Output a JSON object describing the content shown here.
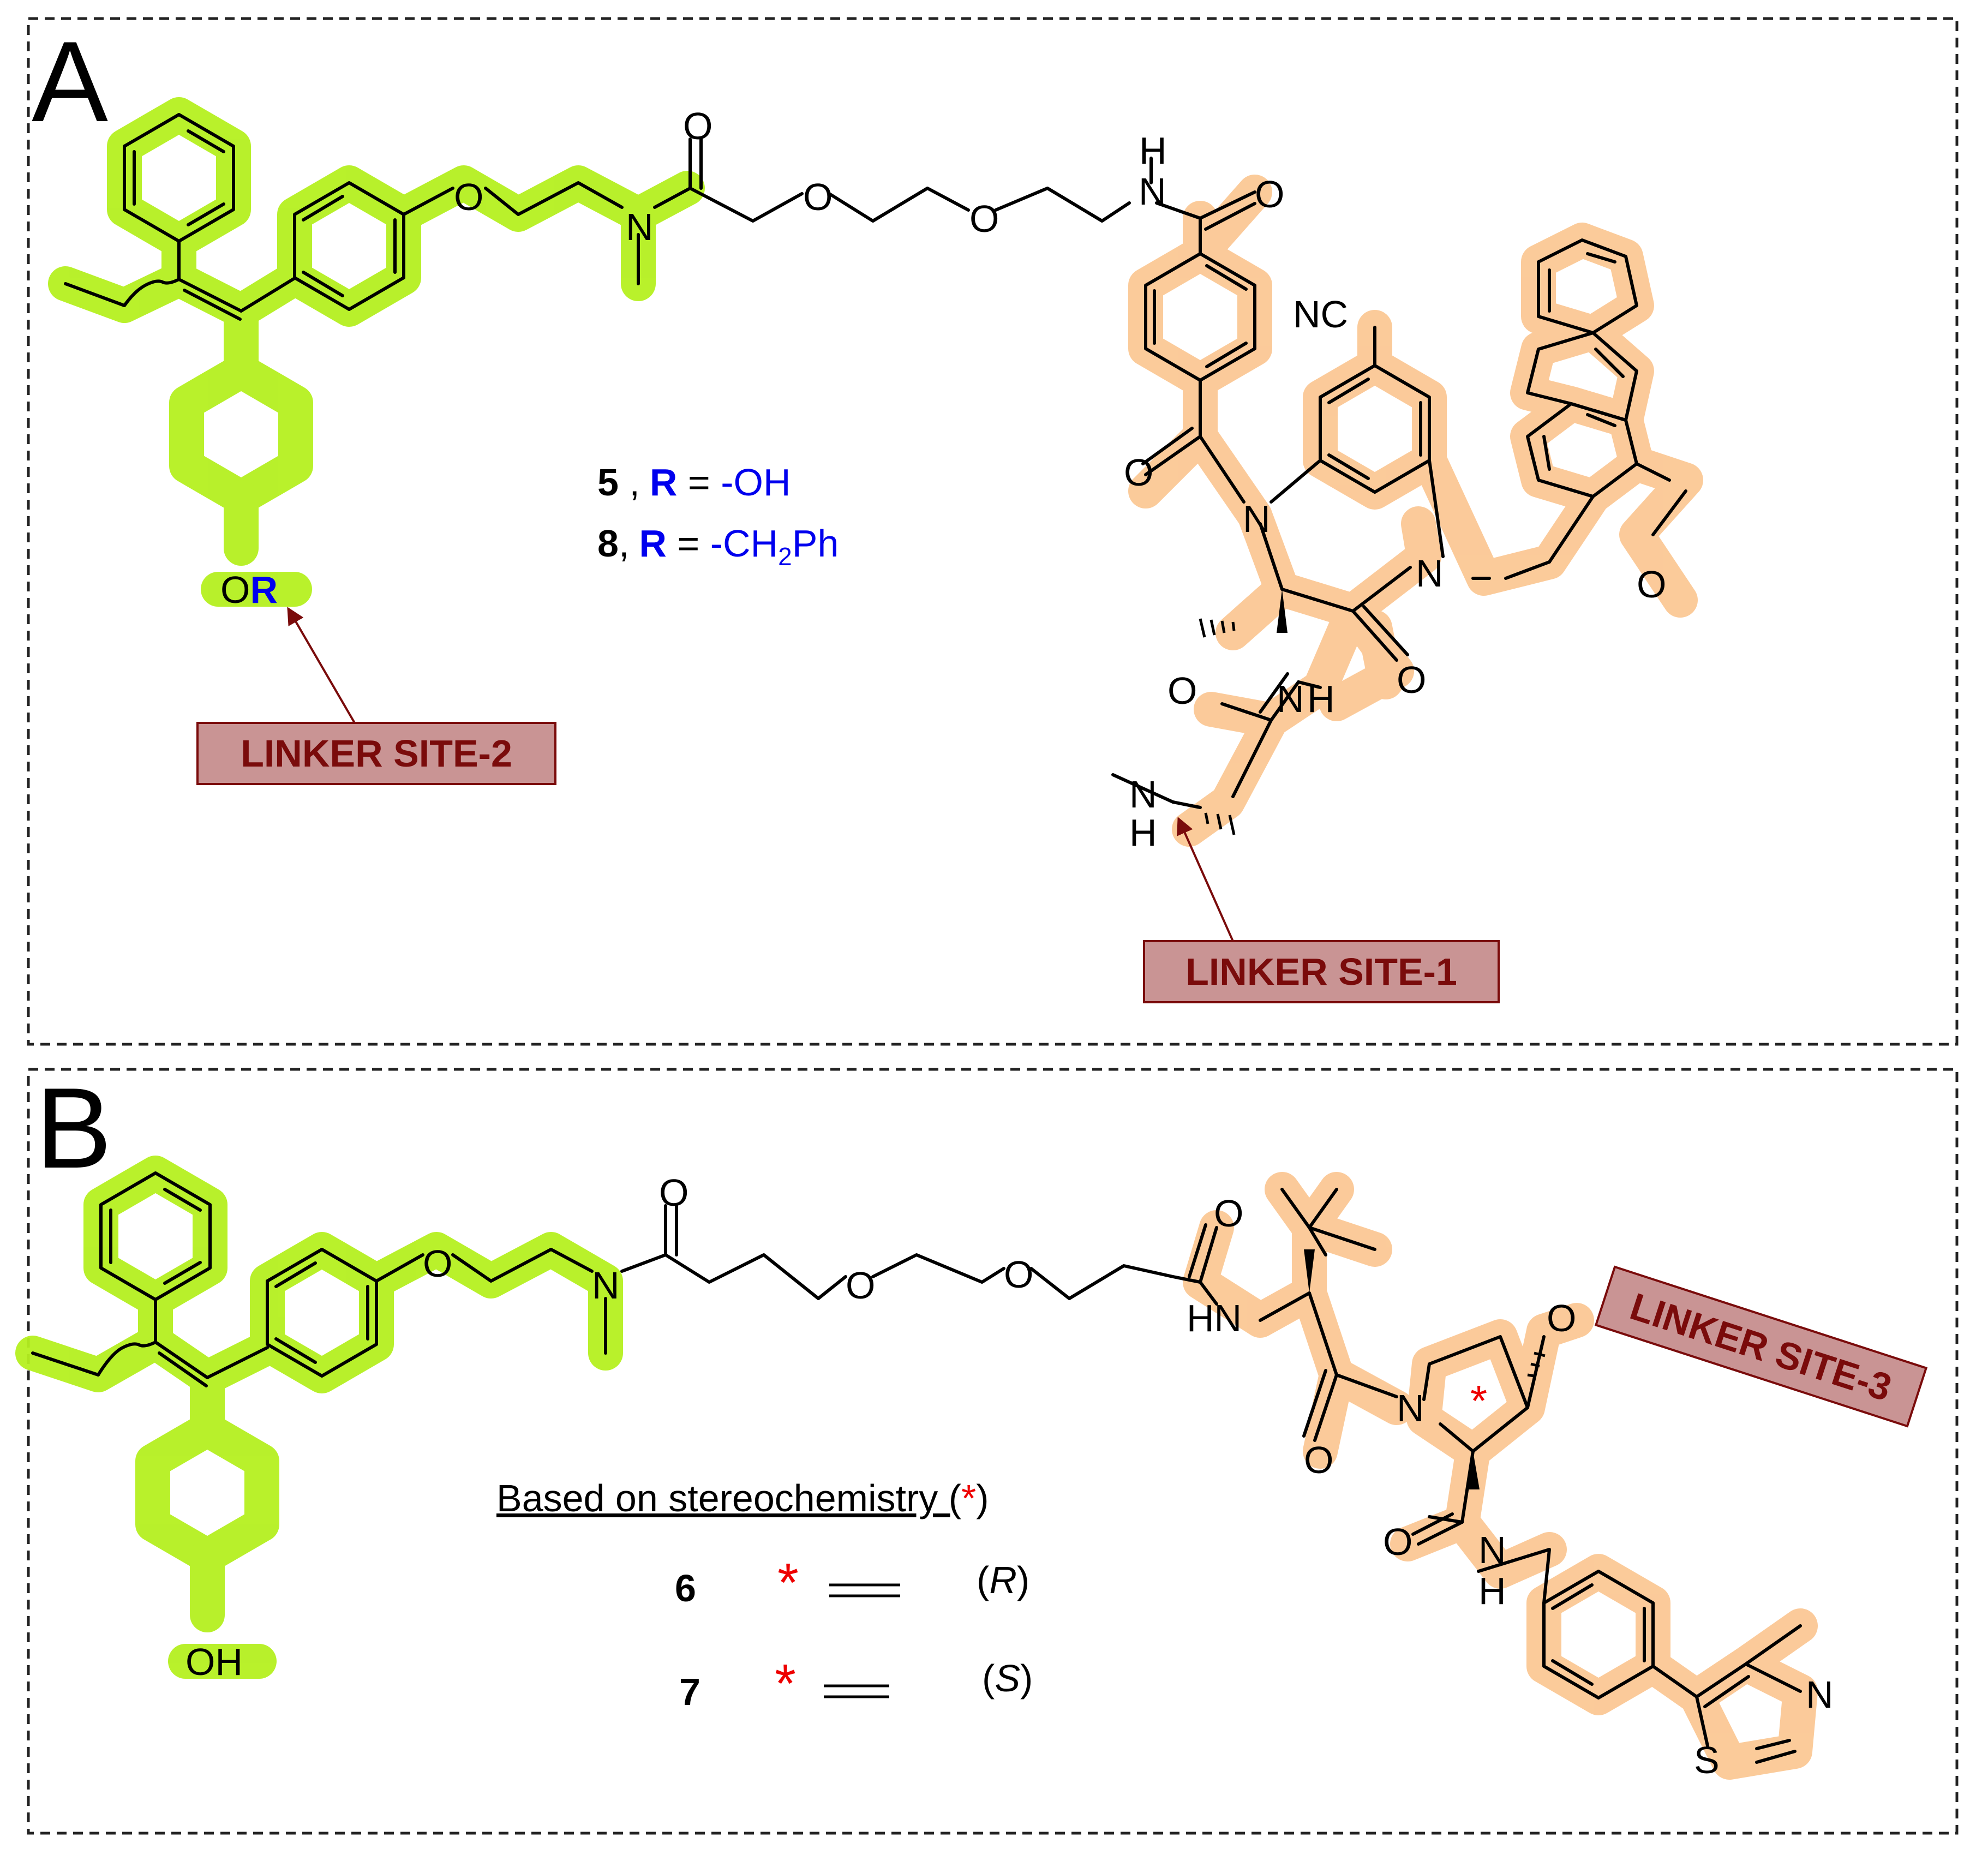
{
  "panelA": {
    "label": "A",
    "compound5": {
      "num": "5",
      "sep": " ,",
      "r": "R",
      "eq": " = ",
      "value": "-OH"
    },
    "compound8": {
      "num": "8",
      "sep": ",",
      "r": "R",
      "eq": " = ",
      "value": "-CH",
      "sub": "2",
      "tail": "Ph"
    },
    "atoms": {
      "O": "O",
      "N": "N",
      "H": "H",
      "NC": "NC",
      "OR_O": "O",
      "OR_R": "R"
    },
    "linker_site_2": "LINKER SITE-2",
    "linker_site_1": "LINKER SITE-1"
  },
  "panelB": {
    "label": "B",
    "stereo_heading": "Based on stereochemistry (",
    "stereo_star": "*",
    "stereo_close": ")",
    "compound6": {
      "num": "6",
      "star": "*",
      "config": "(R)",
      "config_letter": "R"
    },
    "compound7": {
      "num": "7",
      "star": "*",
      "config": "(S)",
      "config_letter": "S"
    },
    "atoms": {
      "O": "O",
      "N": "N",
      "H": "H",
      "HN": "HN",
      "OH": "OH",
      "S": "S",
      "star": "*"
    },
    "linker_site_3": "LINKER SITE-3"
  },
  "colors": {
    "green_highlight": "#b5f020",
    "orange_highlight": "#fbc895",
    "linker_label_bg": "#c99494",
    "linker_label_text": "#7a0b0b",
    "arrow": "#7a0b0b",
    "r_group": "#0000ee",
    "stereo_star": "#ee0000",
    "bond": "#000000"
  }
}
